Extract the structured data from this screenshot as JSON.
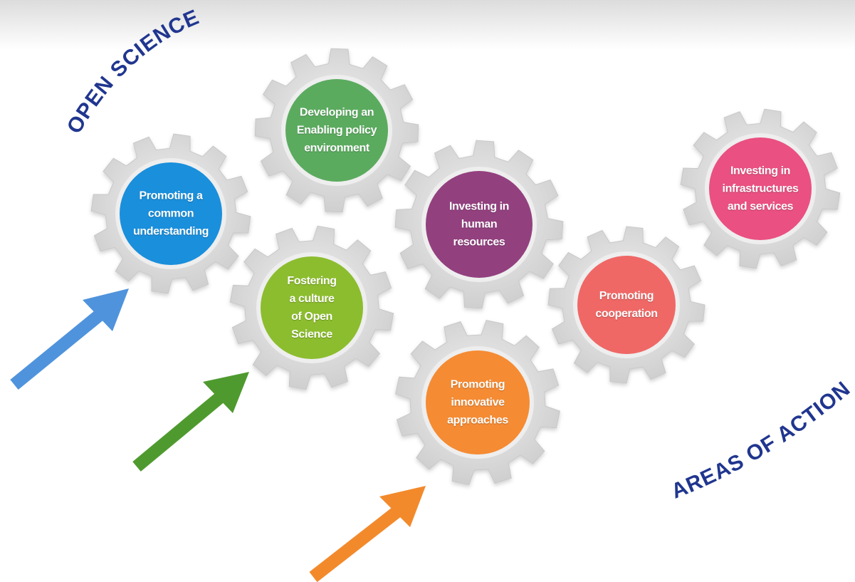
{
  "title_top": "OPEN SCIENCE",
  "title_bottom": "AREAS OF ACTION",
  "colors": {
    "heading": "#20368f",
    "gear": "#d9d9d9",
    "arrow_blue": "#4f93dc",
    "arrow_green": "#4f9a2f",
    "arrow_orange": "#f28a2c"
  },
  "areas": [
    {
      "id": "promoting-common-understanding",
      "lines": [
        "Promoting a",
        "common",
        "understanding"
      ],
      "color": "#1a8fdc"
    },
    {
      "id": "enabling-policy-environment",
      "lines": [
        "Developing an",
        "Enabling policy",
        "environment"
      ],
      "color": "#5bab5f"
    },
    {
      "id": "fostering-culture",
      "lines": [
        "Fostering",
        "a culture",
        "of Open",
        "Science"
      ],
      "color": "#8cbd2e"
    },
    {
      "id": "investing-human-resources",
      "lines": [
        "Investing in",
        "human",
        "resources"
      ],
      "color": "#93407f"
    },
    {
      "id": "promoting-innovative-approaches",
      "lines": [
        "Promoting",
        "innovative",
        "approaches"
      ],
      "color": "#f58b33"
    },
    {
      "id": "promoting-cooperation",
      "lines": [
        "Promoting",
        "cooperation"
      ],
      "color": "#ef6866"
    },
    {
      "id": "investing-infrastructures-services",
      "lines": [
        "Investing in",
        "infrastructures",
        "and services"
      ],
      "color": "#ea5081"
    }
  ]
}
